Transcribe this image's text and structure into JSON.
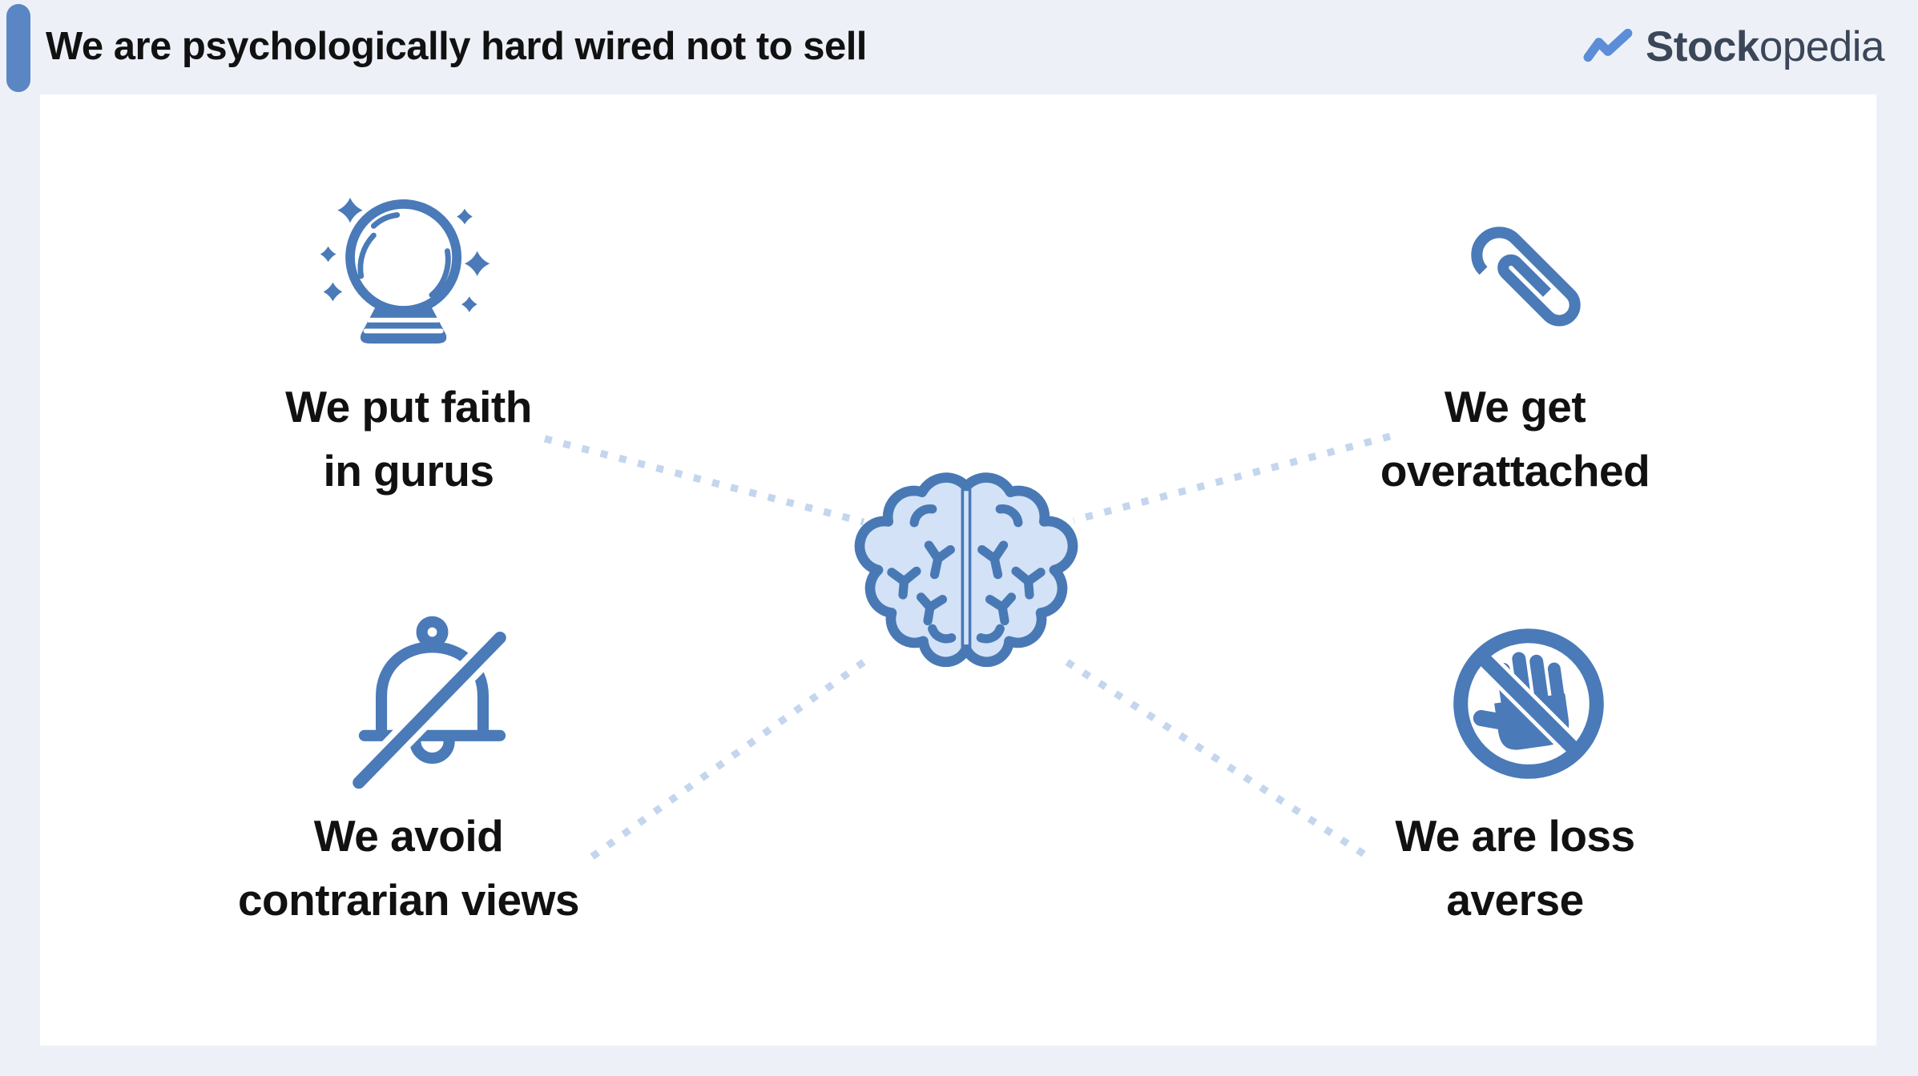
{
  "header": {
    "title": "We are psychologically hard wired not to sell",
    "logo": {
      "brand_bold": "Stock",
      "brand_light": "opedia"
    }
  },
  "diagram": {
    "center_icon": "brain-icon",
    "nodes": [
      {
        "id": "gurus",
        "position": "top-left",
        "icon": "crystal-ball-icon",
        "lines": [
          "We put faith",
          "in gurus"
        ]
      },
      {
        "id": "overattached",
        "position": "top-right",
        "icon": "paperclip-icon",
        "lines": [
          "We get",
          "overattached"
        ]
      },
      {
        "id": "contrarian",
        "position": "bottom-left",
        "icon": "bell-slash-icon",
        "lines": [
          "We avoid",
          "contrarian views"
        ]
      },
      {
        "id": "loss-averse",
        "position": "bottom-right",
        "icon": "no-touch-hand-icon",
        "lines": [
          "We are loss",
          "averse"
        ]
      }
    ]
  },
  "colors": {
    "background": "#edf1f7",
    "panel": "#ffffff",
    "accent_bar": "#5b86c4",
    "icon_blue": "#4a7ab8",
    "brain_fill": "#d3e2f7",
    "dotted_line": "#c3d6ee",
    "title_text": "#111111",
    "logo_text": "#3b4758",
    "logo_mark": "#5b8dd9"
  }
}
